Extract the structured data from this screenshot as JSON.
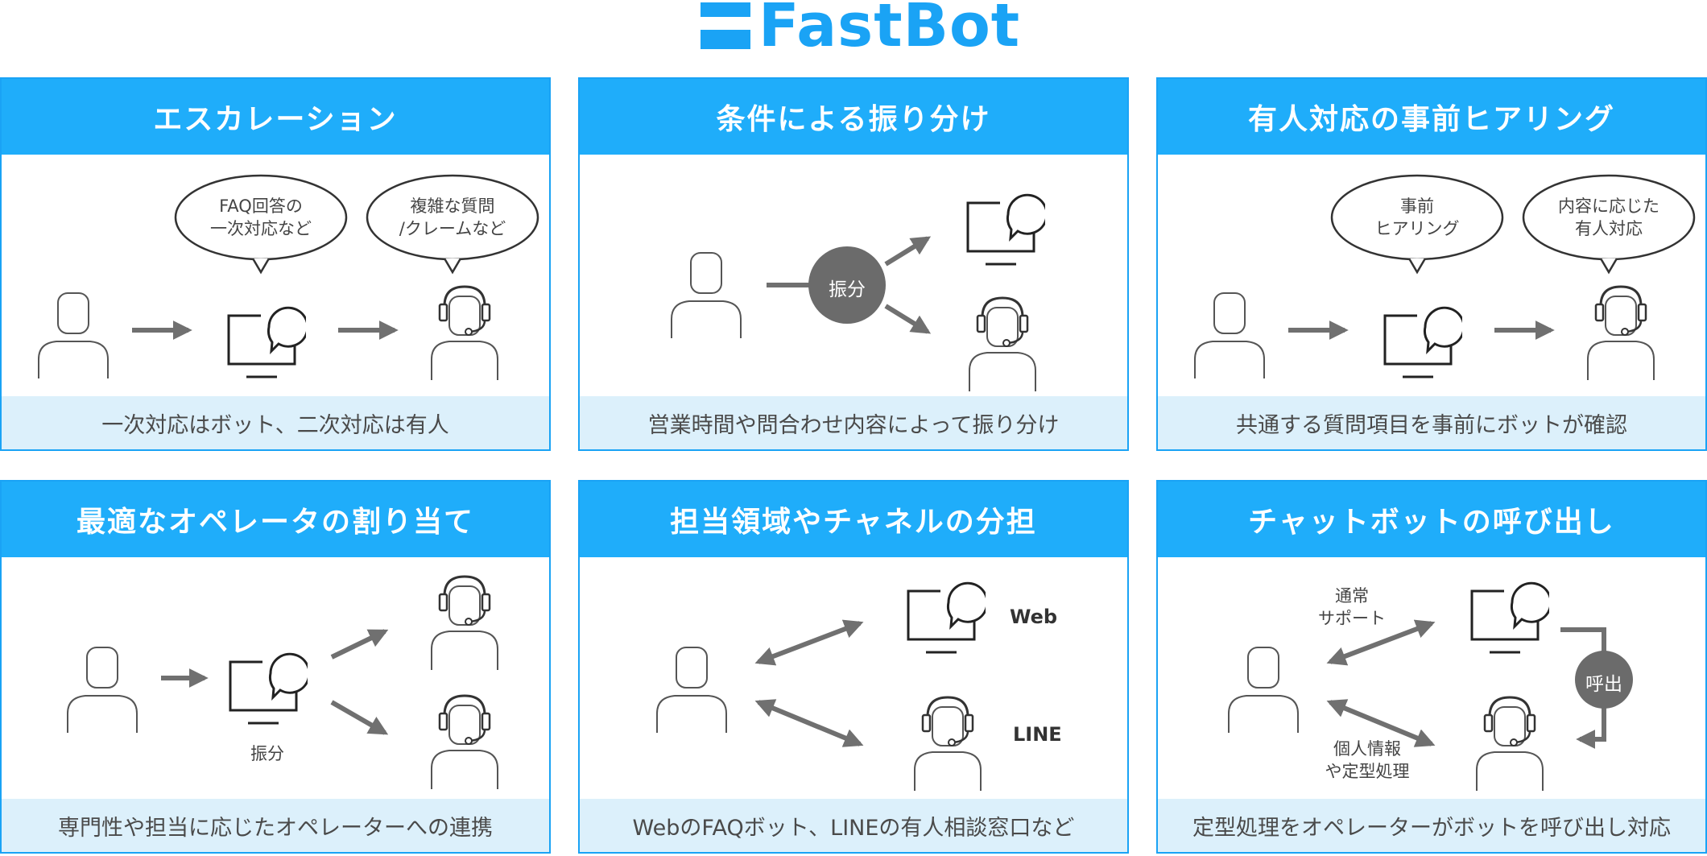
{
  "brand": {
    "name": "FastBot",
    "color": "#1aa3f5"
  },
  "colors": {
    "header_bg": "#1fadfa",
    "footer_bg": "#dcf0fb",
    "arrow": "#707070",
    "circle": "#6b6b6b"
  },
  "panels": [
    {
      "title": "エスカレーション",
      "footer": "一次対応はボット、二次対応は有人",
      "bubbles": [
        "FAQ回答の\n一次対応など",
        "複雑な質問\n/クレームなど"
      ]
    },
    {
      "title": "条件による振り分け",
      "footer": "営業時間や問合わせ内容によって振り分け",
      "circle_label": "振分"
    },
    {
      "title": "有人対応の事前ヒアリング",
      "footer": "共通する質問項目を事前にボットが確認",
      "bubbles": [
        "事前\nヒアリング",
        "内容に応じた\n有人対応"
      ]
    },
    {
      "title": "最適なオペレータの割り当て",
      "footer": "専門性や担当に応じたオペレーターへの連携",
      "caption": "振分"
    },
    {
      "title": "担当領域やチャネルの分担",
      "footer": "WebのFAQボット、LINEの有人相談窓口など",
      "channels": [
        "Web",
        "LINE"
      ]
    },
    {
      "title": "チャットボットの呼び出し",
      "footer": "定型処理をオペレーターがボットを呼び出し対応",
      "top_label": "通常\nサポート",
      "bottom_label": "個人情報\nや定型処理",
      "circle_label": "呼出"
    }
  ]
}
